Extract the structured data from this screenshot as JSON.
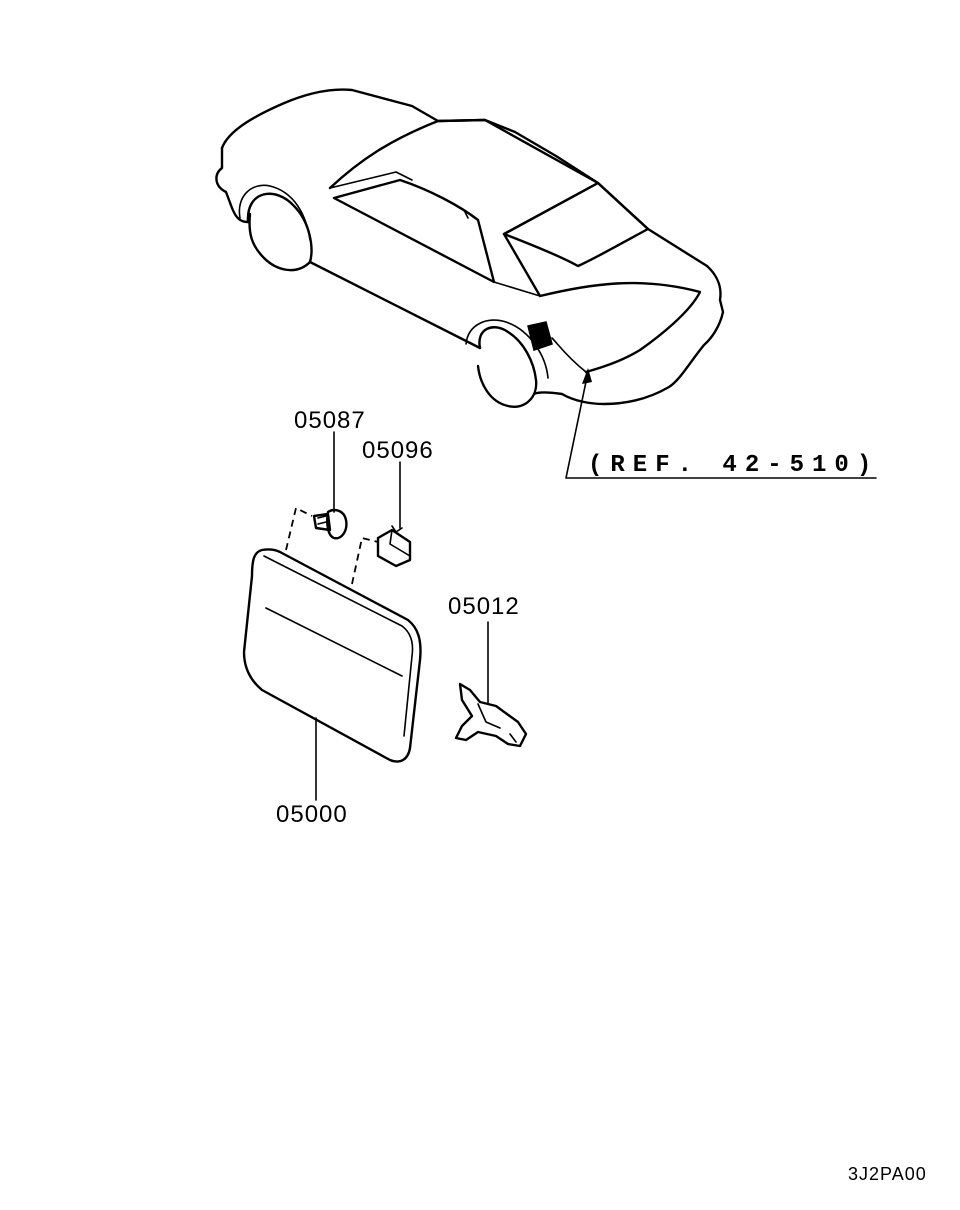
{
  "reference": {
    "label": "(REF. 42-510)"
  },
  "parts": [
    {
      "number": "05087",
      "description_icon": "bolt-icon"
    },
    {
      "number": "05096",
      "description_icon": "clip-icon"
    },
    {
      "number": "05012",
      "description_icon": "bracket-icon"
    },
    {
      "number": "05000",
      "description_icon": "fuel-lid-panel-icon"
    }
  ],
  "drawing_code": "3J2PA00",
  "colors": {
    "line": "#000000",
    "background": "#ffffff"
  }
}
